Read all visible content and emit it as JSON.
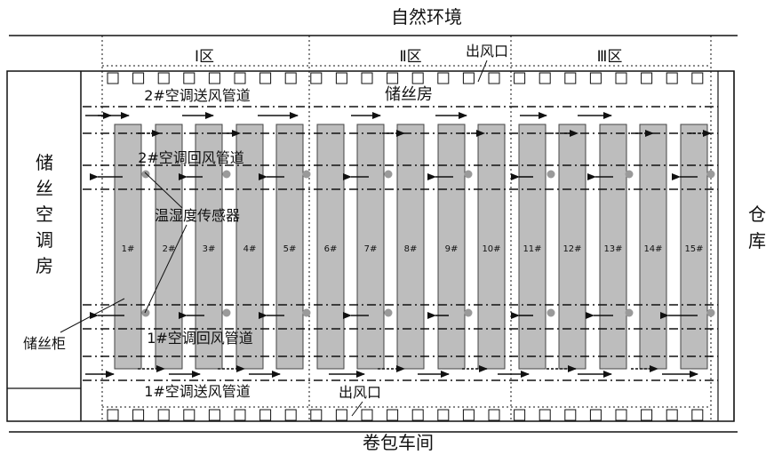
{
  "top_label": "自然环境",
  "bottom_label": "卷包车间",
  "left_room": {
    "chars": [
      "储",
      "丝",
      "空",
      "调",
      "房"
    ]
  },
  "right_room": {
    "chars": [
      "仓",
      "库"
    ]
  },
  "zones": [
    "Ⅰ区",
    "Ⅱ区",
    "Ⅲ区"
  ],
  "room_label": "储丝房",
  "duct_labels": {
    "supply_2": "2#空调送风管道",
    "return_2": "2#空调回风管道",
    "return_1": "1#空调回风管道",
    "supply_1": "1#空调送风管道"
  },
  "sensor_label": "温湿度传感器",
  "cabinet_label": "储丝柜",
  "outlet_label_top": "出风口",
  "outlet_label_bottom": "出风口",
  "cabinets": [
    "1#",
    "2#",
    "3#",
    "4#",
    "5#",
    "6#",
    "7#",
    "8#",
    "9#",
    "10#",
    "11#",
    "12#",
    "13#",
    "14#",
    "15#"
  ],
  "colors": {
    "cabinet_fill": "#bdbdbd",
    "line": "#111111",
    "sensor": "#9a9a9a"
  }
}
